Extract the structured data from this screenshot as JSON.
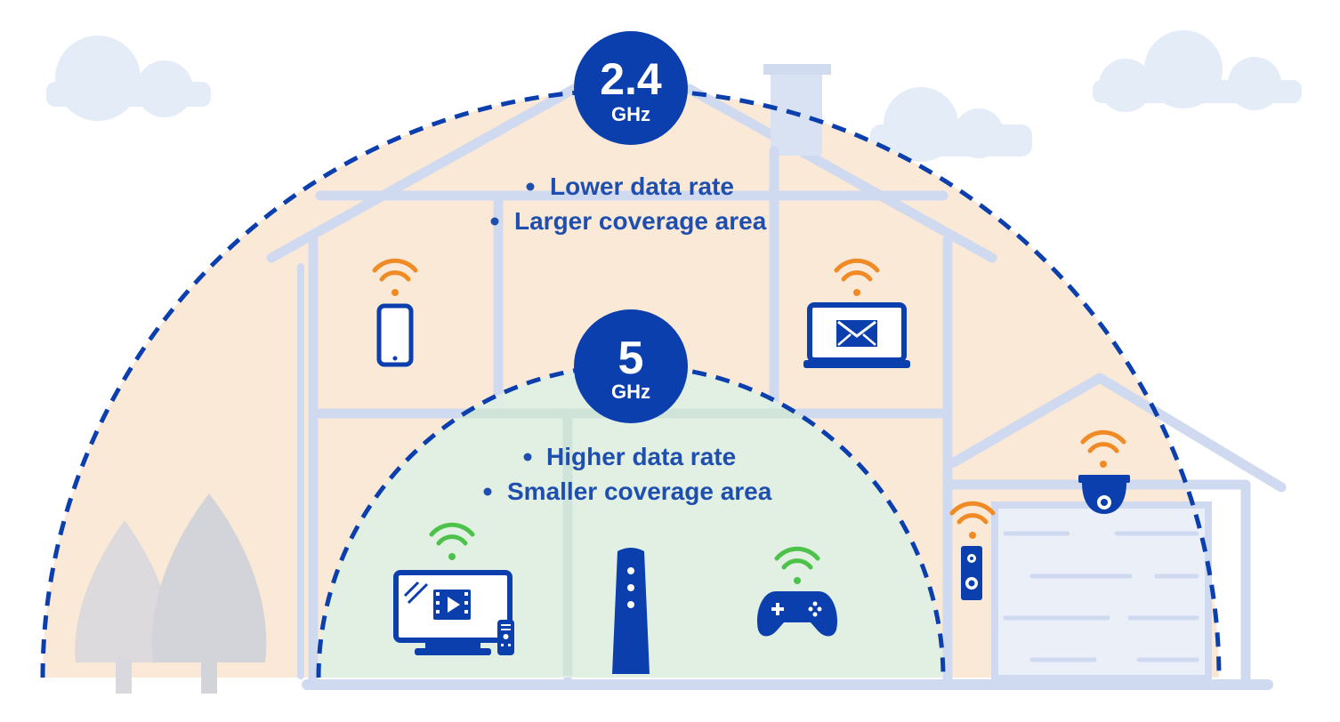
{
  "colors": {
    "dark_blue": "#0b3fae",
    "text_blue": "#1f4fae",
    "house_outline": "#cfd9ef",
    "coverage_2_4": "#fbe9d8",
    "coverage_5": "#dff0e5",
    "cloud": "#e4ecf8",
    "tree": "#d8d8de",
    "signal_orange": "#f08a24",
    "signal_green": "#4cc24a"
  },
  "bands": [
    {
      "id": "band-2-4",
      "number": "2.4",
      "unit": "GHz",
      "bullets": [
        "Lower data rate",
        "Larger coverage area"
      ]
    },
    {
      "id": "band-5",
      "number": "5",
      "unit": "GHz",
      "bullets": [
        "Higher data rate",
        "Smaller coverage area"
      ]
    }
  ],
  "devices": [
    {
      "name": "smartphone",
      "band": "2.4 GHz"
    },
    {
      "name": "laptop",
      "band": "2.4 GHz"
    },
    {
      "name": "security-camera",
      "band": "2.4 GHz"
    },
    {
      "name": "video-doorbell",
      "band": "2.4 GHz"
    },
    {
      "name": "smart-tv",
      "band": "5 GHz"
    },
    {
      "name": "router",
      "band": "5 GHz"
    },
    {
      "name": "game-controller",
      "band": "5 GHz"
    }
  ]
}
